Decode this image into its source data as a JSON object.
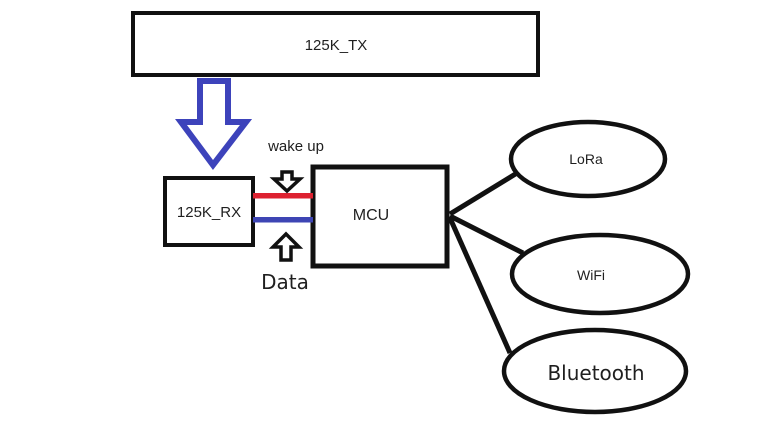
{
  "diagram": {
    "background": "#ffffff",
    "colors": {
      "ink": "#111111",
      "text": "#1f1f1f",
      "arrow_blue": "#3d43bb",
      "wire_red": "#dd2130",
      "wire_blue": "#3e45b4"
    },
    "nodes": {
      "tx": {
        "label": "125K_TX"
      },
      "rx": {
        "label": "125K_RX"
      },
      "mcu": {
        "label": "MCU"
      }
    },
    "annotations": {
      "wake_up": {
        "label": "wake up"
      },
      "data": {
        "label": "Data"
      }
    },
    "peripherals": [
      {
        "label": "LoRa"
      },
      {
        "label": "WiFi"
      },
      {
        "label": "Bluetooth"
      }
    ],
    "icons": {
      "tx_to_rx": "down-block-arrow",
      "wake_up": "small-down-block-arrow",
      "data": "small-up-block-arrow"
    }
  }
}
